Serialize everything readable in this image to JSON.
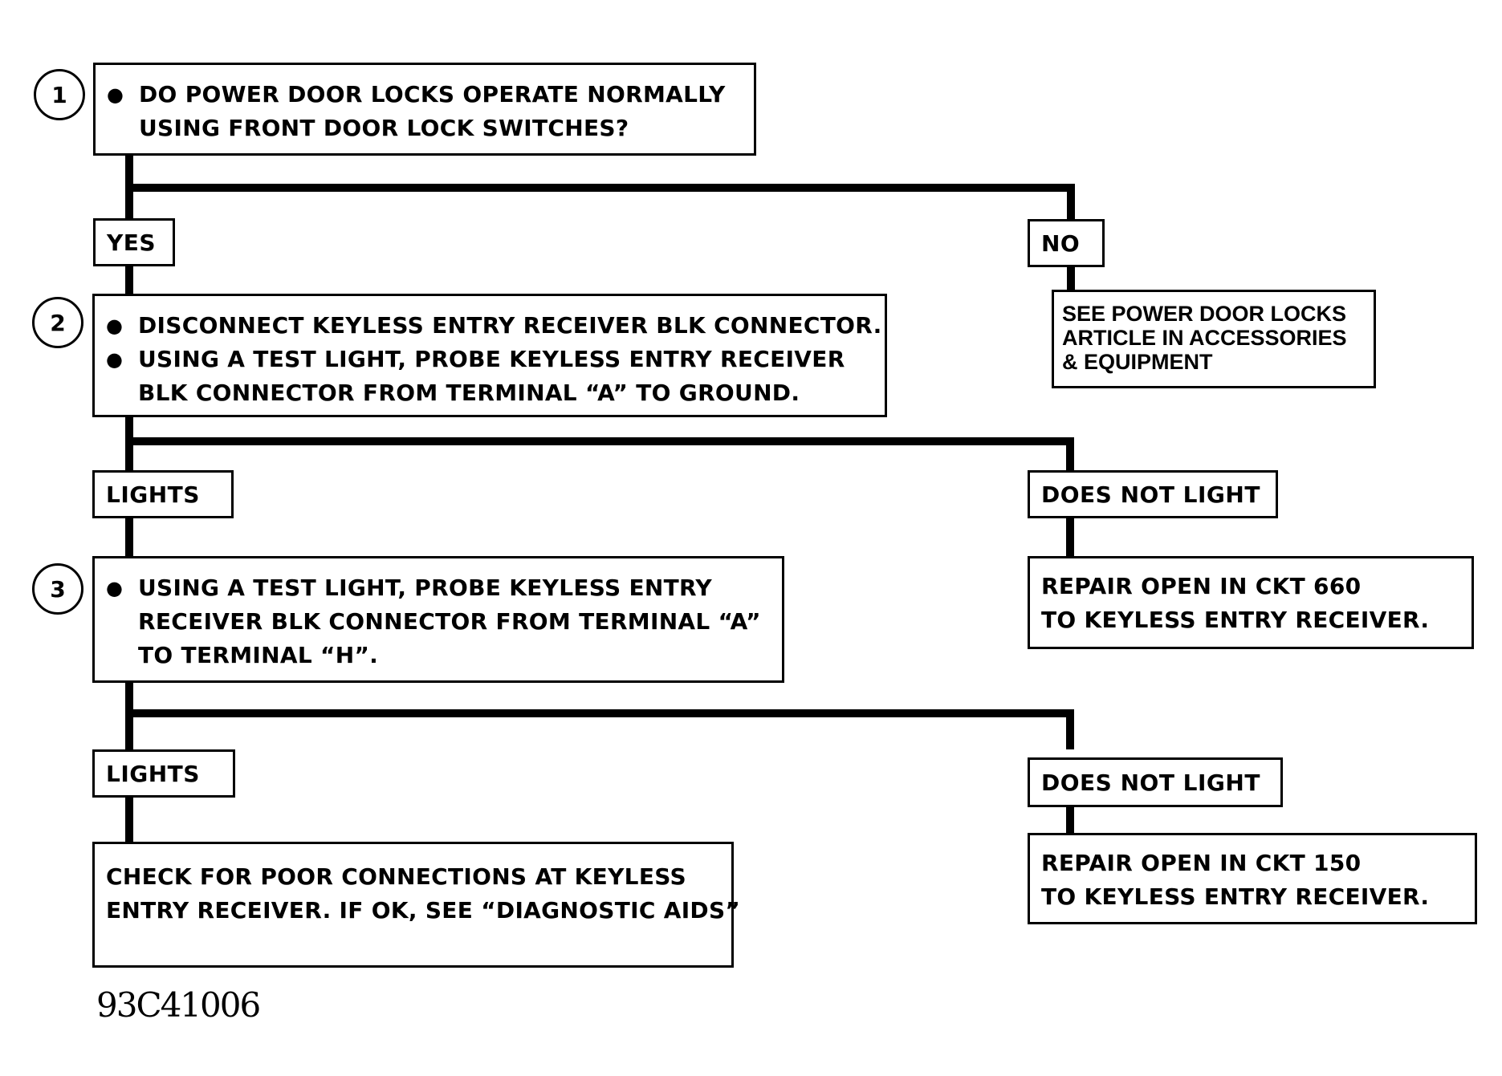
{
  "steps": [
    {
      "number": "1",
      "bullets": [
        "DO POWER DOOR LOCKS OPERATE NORMALLY",
        "USING FRONT DOOR LOCK SWITCHES?"
      ]
    },
    {
      "number": "2",
      "bullets": [
        "DISCONNECT KEYLESS ENTRY RECEIVER BLK CONNECTOR.",
        "USING A TEST LIGHT, PROBE KEYLESS ENTRY RECEIVER",
        "BLK CONNECTOR FROM TERMINAL “A” TO GROUND."
      ]
    },
    {
      "number": "3",
      "bullets": [
        "USING A TEST LIGHT, PROBE KEYLESS ENTRY",
        "RECEIVER BLK CONNECTOR FROM TERMINAL “A”",
        "TO TERMINAL “H”."
      ]
    }
  ],
  "branches": {
    "yes": "YES",
    "no": "NO",
    "lights_1": "LIGHTS",
    "does_not_light_1": "DOES NOT LIGHT",
    "lights_2": "LIGHTS",
    "does_not_light_2": "DOES NOT LIGHT"
  },
  "results": {
    "see_power_door_locks": [
      "SEE POWER DOOR LOCKS",
      "ARTICLE IN ACCESSORIES",
      "& EQUIPMENT"
    ],
    "repair_ckt_660": [
      "REPAIR OPEN IN CKT 660",
      "TO KEYLESS ENTRY RECEIVER."
    ],
    "repair_ckt_150": [
      "REPAIR OPEN IN CKT 150",
      "TO KEYLESS ENTRY RECEIVER."
    ],
    "check_poor_connections": [
      "CHECK FOR POOR CONNECTIONS AT KEYLESS",
      "ENTRY RECEIVER.  IF OK, SEE “DIAGNOSTIC AIDS”"
    ]
  },
  "figure_id": "93C41006"
}
